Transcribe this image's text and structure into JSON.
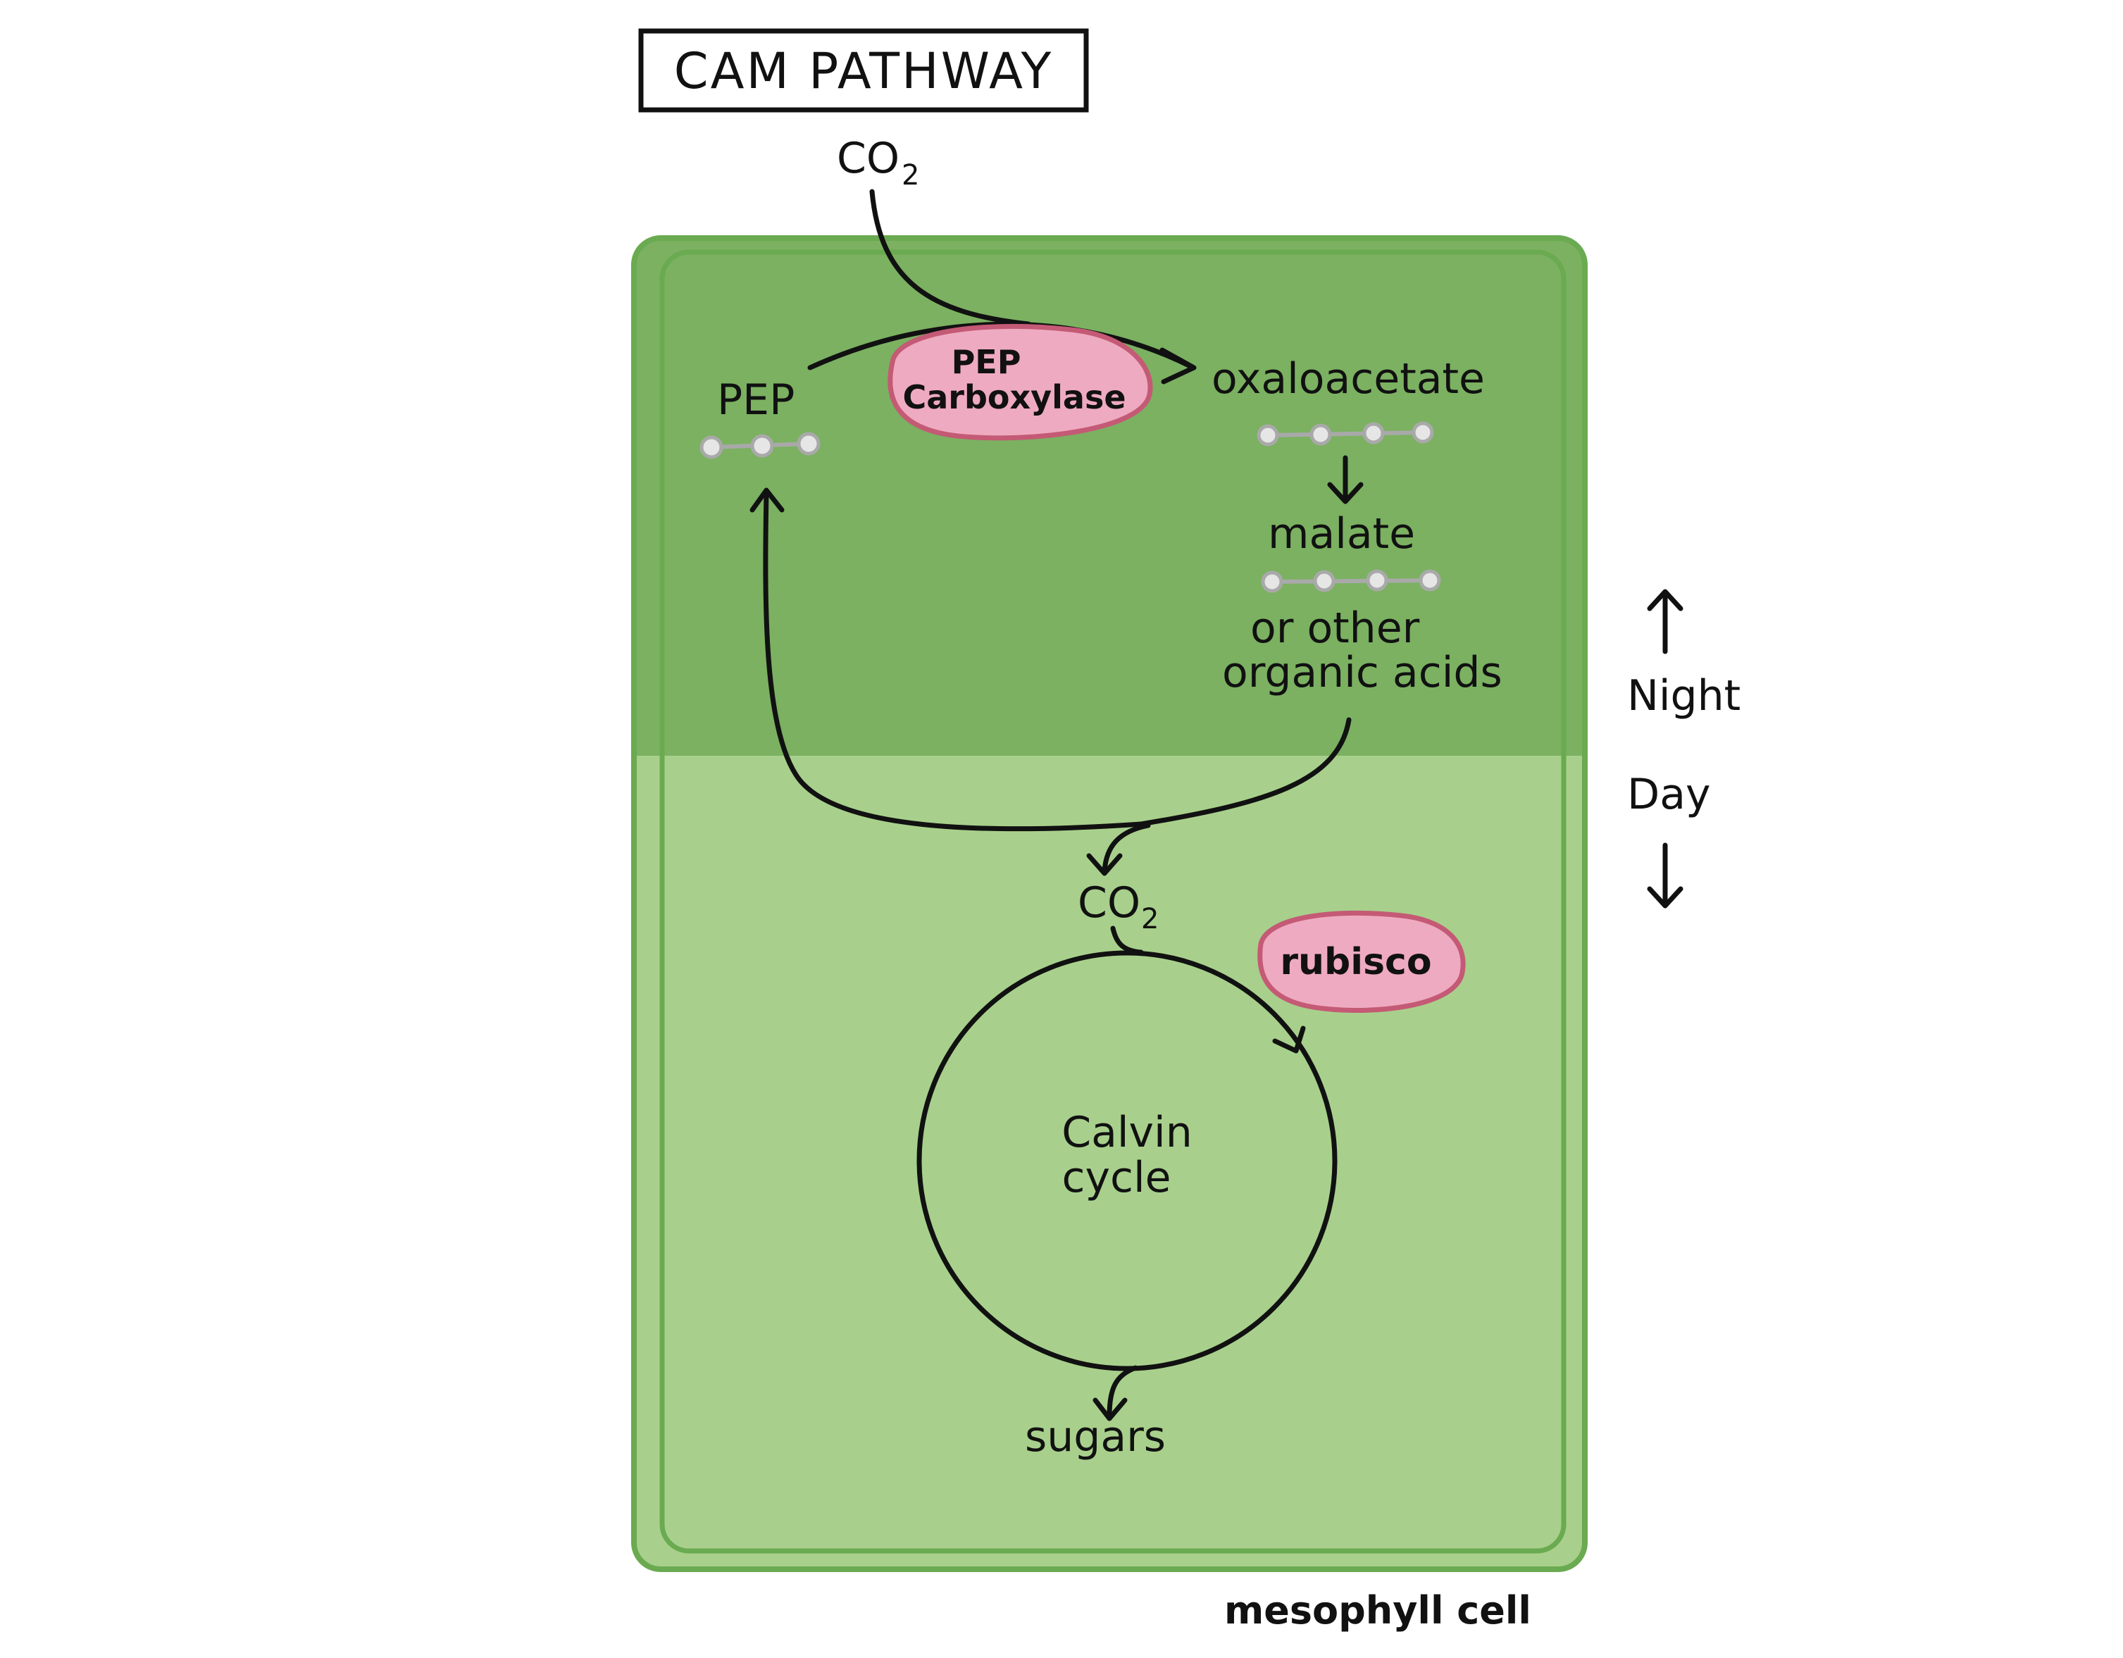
{
  "title": "CAM PATHWAY",
  "labels": {
    "co2_top": "CO",
    "co2_top_sub": "2",
    "pep": "PEP",
    "enzyme_pep_line1": "PEP",
    "enzyme_pep_line2": "Carboxylase",
    "oxaloacetate": "oxaloacetate",
    "malate": "malate",
    "or_other": "or other",
    "organic_acids": "organic acids",
    "co2_day": "CO",
    "co2_day_sub": "2",
    "rubisco": "rubisco",
    "calvin_line1": "Calvin",
    "calvin_line2": "cycle",
    "sugars": "sugars",
    "night": "Night",
    "day": "Day",
    "cell": "mesophyll cell"
  },
  "colors": {
    "night_green": "#7bb161",
    "day_green": "#a8d08c",
    "cell_border": "#6aaa50",
    "enzyme_fill": "#eeaac1",
    "enzyme_border": "#c45a75",
    "molecule_fill": "#e6e6e6",
    "molecule_border": "#a9a9a9"
  },
  "icons": [
    "up-arrow-icon",
    "down-arrow-icon"
  ]
}
